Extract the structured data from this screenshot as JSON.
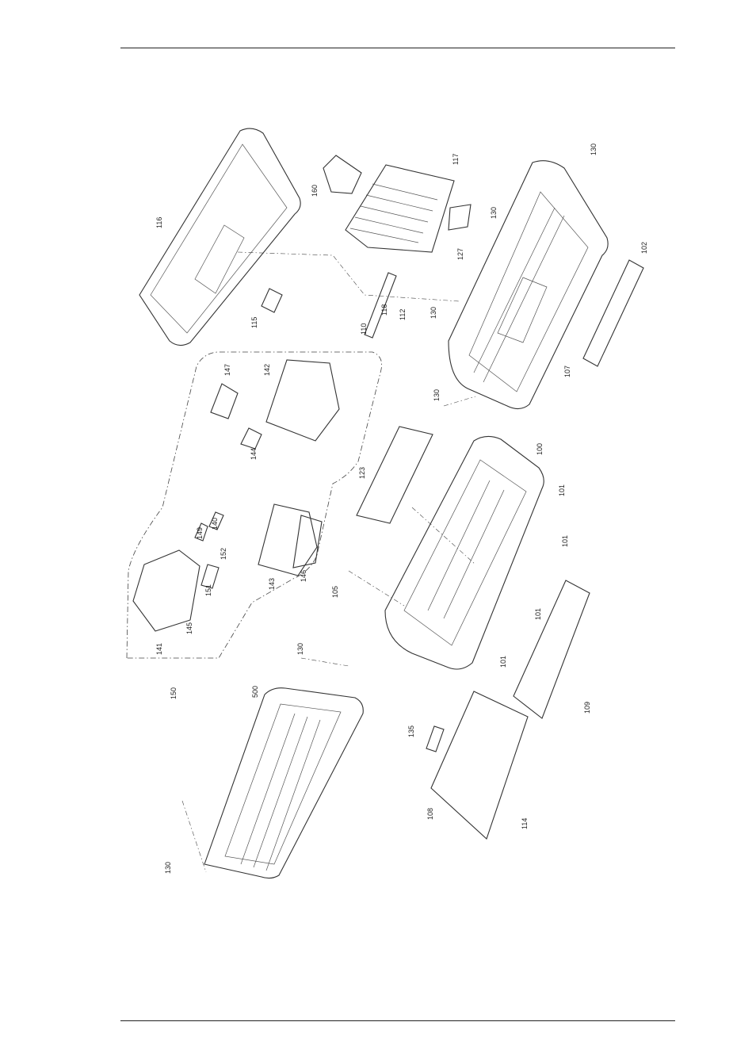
{
  "callouts": [
    {
      "id": "c116",
      "text": "116"
    },
    {
      "id": "c160a",
      "text": "160"
    },
    {
      "id": "c117",
      "text": "117"
    },
    {
      "id": "c130a",
      "text": "130"
    },
    {
      "id": "c130b",
      "text": "130"
    },
    {
      "id": "c127",
      "text": "127"
    },
    {
      "id": "c115",
      "text": "115"
    },
    {
      "id": "c110",
      "text": "110"
    },
    {
      "id": "c118",
      "text": "118"
    },
    {
      "id": "c112",
      "text": "112"
    },
    {
      "id": "c130c",
      "text": "130"
    },
    {
      "id": "c102",
      "text": "102"
    },
    {
      "id": "c107",
      "text": "107"
    },
    {
      "id": "c130d",
      "text": "130"
    },
    {
      "id": "c147",
      "text": "147"
    },
    {
      "id": "c142",
      "text": "142"
    },
    {
      "id": "c144",
      "text": "144"
    },
    {
      "id": "c123",
      "text": "123"
    },
    {
      "id": "c149",
      "text": "149"
    },
    {
      "id": "c140",
      "text": "140"
    },
    {
      "id": "c152",
      "text": "152"
    },
    {
      "id": "c143",
      "text": "143"
    },
    {
      "id": "c146",
      "text": "146"
    },
    {
      "id": "c100",
      "text": "100"
    },
    {
      "id": "c101a",
      "text": "101"
    },
    {
      "id": "c101b",
      "text": "101"
    },
    {
      "id": "c141",
      "text": "141"
    },
    {
      "id": "c145",
      "text": "145"
    },
    {
      "id": "c151",
      "text": "151"
    },
    {
      "id": "c105",
      "text": "105"
    },
    {
      "id": "c101c",
      "text": "101"
    },
    {
      "id": "c130e",
      "text": "130"
    },
    {
      "id": "c150",
      "text": "150"
    },
    {
      "id": "c500",
      "text": "500"
    },
    {
      "id": "c101d",
      "text": "101"
    },
    {
      "id": "c109",
      "text": "109"
    },
    {
      "id": "c135",
      "text": "135"
    },
    {
      "id": "c108",
      "text": "108"
    },
    {
      "id": "c114",
      "text": "114"
    },
    {
      "id": "c130f",
      "text": "130"
    }
  ]
}
